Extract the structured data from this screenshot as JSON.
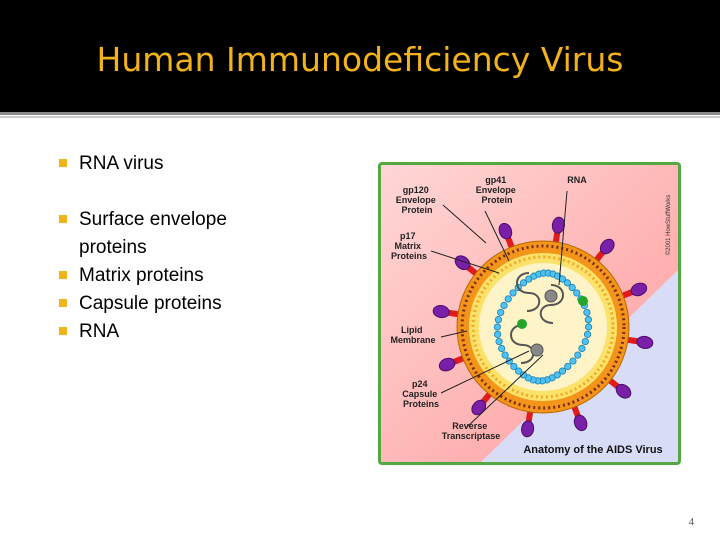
{
  "slide": {
    "title": "Human Immunodeficiency Virus",
    "page_number": "4",
    "colors": {
      "title": "#f2b21c",
      "bullet": "#f2b21c",
      "frame": "#55a840"
    }
  },
  "bullets": [
    {
      "text": "RNA virus"
    },
    {
      "text": "Surface envelope proteins"
    },
    {
      "text": "Matrix proteins"
    },
    {
      "text": "Capsule proteins"
    },
    {
      "text": "RNA"
    }
  ],
  "diagram": {
    "caption": "Anatomy of the AIDS Virus",
    "copyright": "©2001 HowStuffWorks",
    "labels": {
      "gp120": [
        "gp120",
        "Envelope",
        "Protein"
      ],
      "gp41": [
        "gp41",
        "Envelope",
        "Protein"
      ],
      "rna": [
        "RNA"
      ],
      "p17": [
        "p17",
        "Matrix",
        "Proteins"
      ],
      "lipid": [
        "Lipid",
        "Membrane"
      ],
      "p24": [
        "p24",
        "Capsule",
        "Proteins"
      ],
      "rt": [
        "Reverse",
        "Transcriptase"
      ]
    }
  }
}
